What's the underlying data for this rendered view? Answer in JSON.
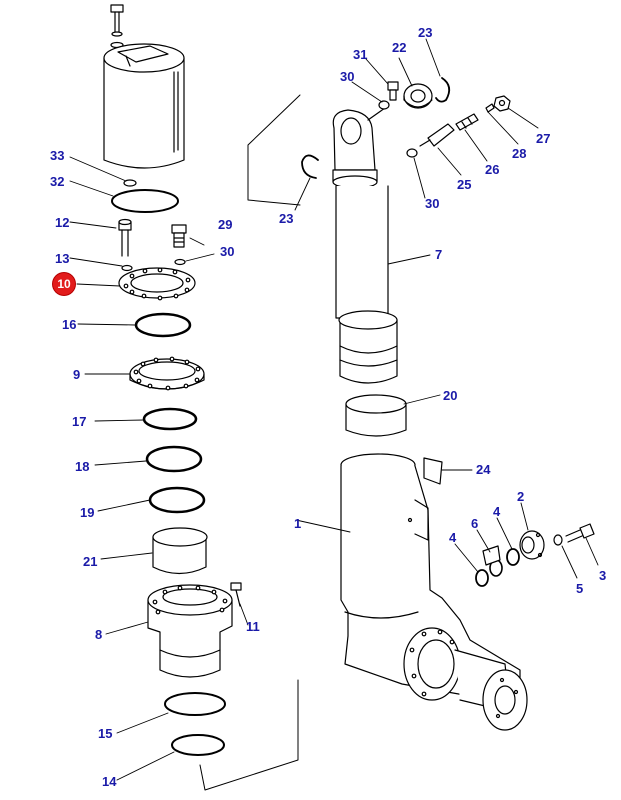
{
  "diagram": {
    "highlighted_part": "10",
    "highlight_color": "#e21c1c",
    "label_color": "#1a1aa8",
    "callouts": {
      "c1": "1",
      "c2": "2",
      "c3": "3",
      "c4a": "4",
      "c4b": "4",
      "c5": "5",
      "c6": "6",
      "c7": "7",
      "c8": "8",
      "c9": "9",
      "c10": "10",
      "c11": "11",
      "c12": "12",
      "c13": "13",
      "c14": "14",
      "c15": "15",
      "c16": "16",
      "c17": "17",
      "c18": "18",
      "c19": "19",
      "c20": "20",
      "c21": "21",
      "c22": "22",
      "c23a": "23",
      "c23b": "23",
      "c24": "24",
      "c25": "25",
      "c26": "26",
      "c27": "27",
      "c28": "28",
      "c29": "29",
      "c30a": "30",
      "c30b": "30",
      "c30c": "30",
      "c31": "31",
      "c32": "32",
      "c33": "33"
    }
  }
}
